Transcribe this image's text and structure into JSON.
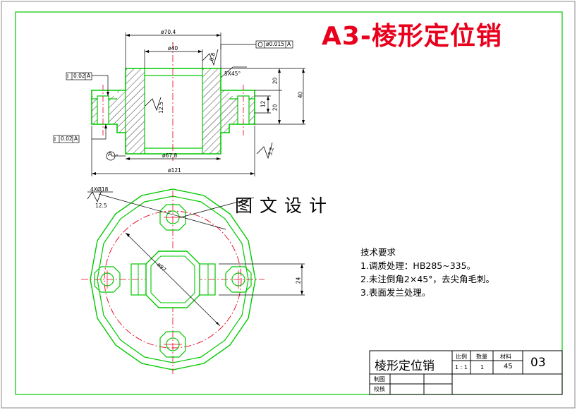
{
  "title_banner": "A3-棱形定位销",
  "watermark": "图文设计",
  "technical_requirements": {
    "heading": "技术要求",
    "items": [
      "1.调质处理：HB285~335。",
      "2.未注倒角2×45°，去尖角毛刺。",
      "3.表面发兰处理。"
    ]
  },
  "dimensions": {
    "d70": "ø70.4",
    "d40": "ø40",
    "d67": "ø67.8",
    "d121": "ø121",
    "chamfer": "5X45°",
    "h20a": "20",
    "h20b": "20",
    "h12": "12",
    "h40": "40",
    "holes": "4XØ18",
    "dia97": "ø97",
    "w24": "24"
  },
  "roughness": {
    "r08": "0.8",
    "r125a": "12.5",
    "r32": "3.2",
    "r125b": "12.5"
  },
  "tolerances": {
    "runout": {
      "value": "ø0.015",
      "datum": "A"
    },
    "parallel_top": {
      "value": "0.02",
      "datum": "A"
    },
    "parallel_bottom": {
      "value": "0.02",
      "datum": "A"
    },
    "datum_label": "A"
  },
  "title_block": {
    "part_name": "棱形定位销",
    "scale_label": "比例",
    "qty_label": "数量",
    "material_label": "材料",
    "scale_value": "1 : 1",
    "qty_value": "1",
    "material_value": "45",
    "drawing_no": "03",
    "drawn_label": "制图",
    "checked_label": "校核"
  },
  "colors": {
    "outline": "#00c800",
    "hatch": "#000000",
    "centerline": "#e8001c",
    "dimension": "#000000",
    "banner": "#e8001c"
  }
}
